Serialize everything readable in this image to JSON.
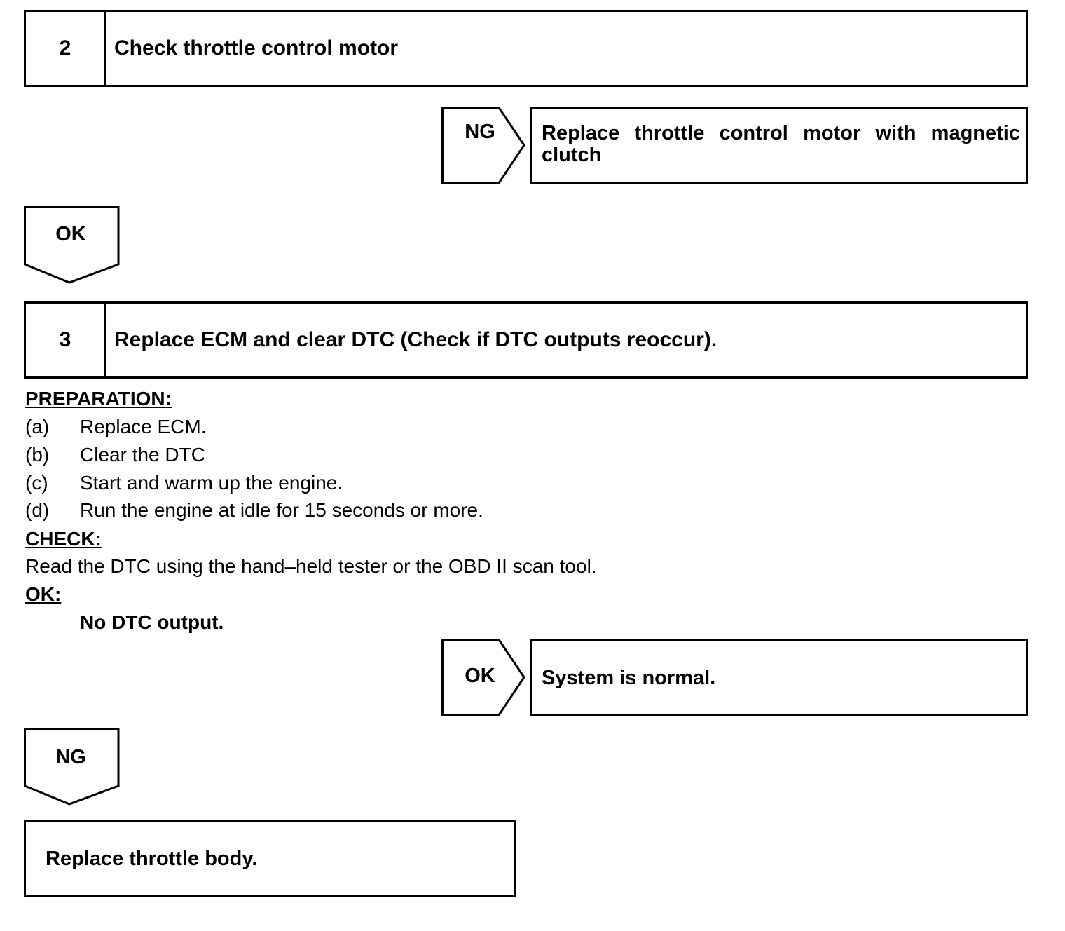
{
  "step2": {
    "number": "2",
    "title": "Check throttle control motor"
  },
  "step2_ng": {
    "tag": "NG",
    "result": "Replace throttle control motor with magnetic clutch"
  },
  "step2_ok": {
    "tag": "OK"
  },
  "step3": {
    "number": "3",
    "title": "Replace ECM and clear DTC (Check if DTC outputs reoccur)."
  },
  "preparation": {
    "label": "PREPARATION:",
    "items": [
      {
        "letter": "(a)",
        "text": "Replace ECM."
      },
      {
        "letter": "(b)",
        "text": "Clear the DTC"
      },
      {
        "letter": "(c)",
        "text": "Start and warm up the engine."
      },
      {
        "letter": "(d)",
        "text": "Run the engine at idle for 15 seconds or more."
      }
    ]
  },
  "check": {
    "label": "CHECK:",
    "text": "Read the DTC using the hand–held tester or the OBD II scan tool."
  },
  "ok_spec": {
    "label": "OK:",
    "text": "No DTC output."
  },
  "step3_ok": {
    "tag": "OK",
    "result": "System is normal."
  },
  "step3_ng": {
    "tag": "NG",
    "result": "Replace throttle body."
  }
}
